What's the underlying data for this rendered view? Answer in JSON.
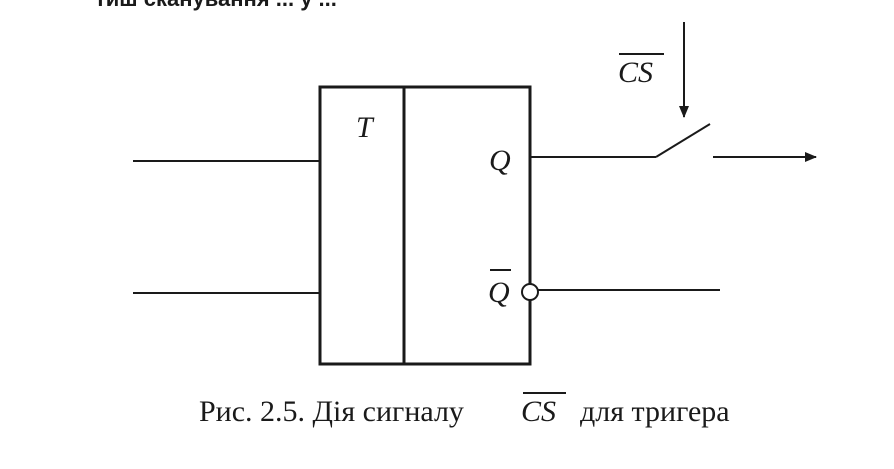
{
  "top_text": "тиш сканування ... у ...",
  "block": {
    "section_label": "T",
    "output_q": "Q",
    "output_q_bar": "Q"
  },
  "control_signal": {
    "label": "CS"
  },
  "caption": {
    "prefix": "Рис. 2.5. Дія сигналу",
    "signal": "CS",
    "suffix": "для тригера"
  }
}
